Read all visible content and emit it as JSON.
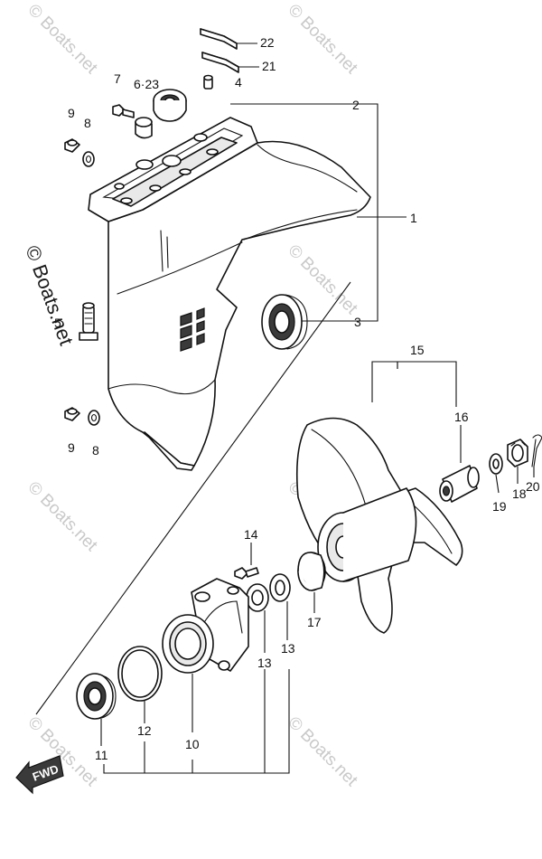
{
  "callouts": {
    "c1": "1",
    "c2": "2",
    "c3": "3",
    "c4": "4",
    "c5": "5",
    "c6_23": "6·23",
    "c7": "7",
    "c8a": "8",
    "c8b": "8",
    "c9a": "9",
    "c9b": "9",
    "c10": "10",
    "c11": "11",
    "c12": "12",
    "c13a": "13",
    "c13b": "13",
    "c14": "14",
    "c15": "15",
    "c16": "16",
    "c17": "17",
    "c18": "18",
    "c19": "19",
    "c20": "20",
    "c21": "21",
    "c22": "22"
  },
  "watermark": {
    "text": "© Boats.net",
    "side_text": "© Boats.net"
  },
  "fwd_badge": "FWD",
  "colors": {
    "line": "#111111",
    "watermark": "#c9c9c9"
  }
}
